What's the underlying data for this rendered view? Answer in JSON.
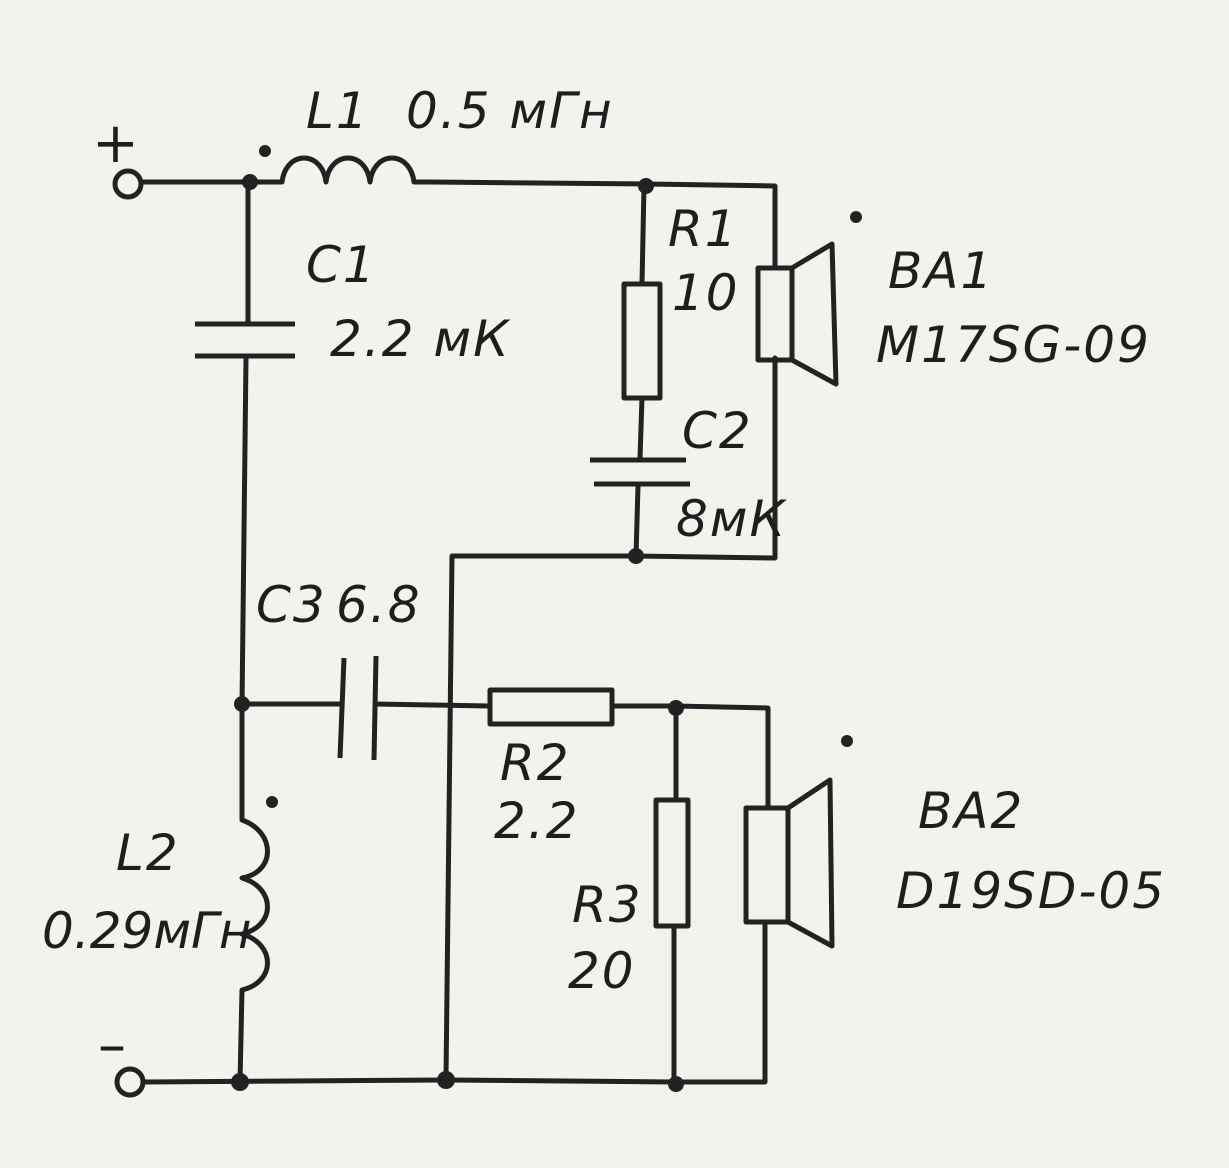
{
  "terminals": {
    "plus": "+",
    "minus": "–"
  },
  "components": {
    "L1": {
      "ref": "L1",
      "value": "0.5 мГн"
    },
    "C1": {
      "ref": "C1",
      "value": "2.2 мК"
    },
    "R1": {
      "ref": "R1",
      "value": "10"
    },
    "C2": {
      "ref": "C2",
      "value": "8мК"
    },
    "BA1": {
      "ref": "BA1",
      "model": "M17SG-09"
    },
    "C3": {
      "ref": "C3",
      "value": "6.8"
    },
    "R2": {
      "ref": "R2",
      "value": "2.2"
    },
    "R3": {
      "ref": "R3",
      "value": "20"
    },
    "L2": {
      "ref": "L2",
      "value": "0.29мГн"
    },
    "BA2": {
      "ref": "BA2",
      "model": "D19SD-05"
    }
  }
}
